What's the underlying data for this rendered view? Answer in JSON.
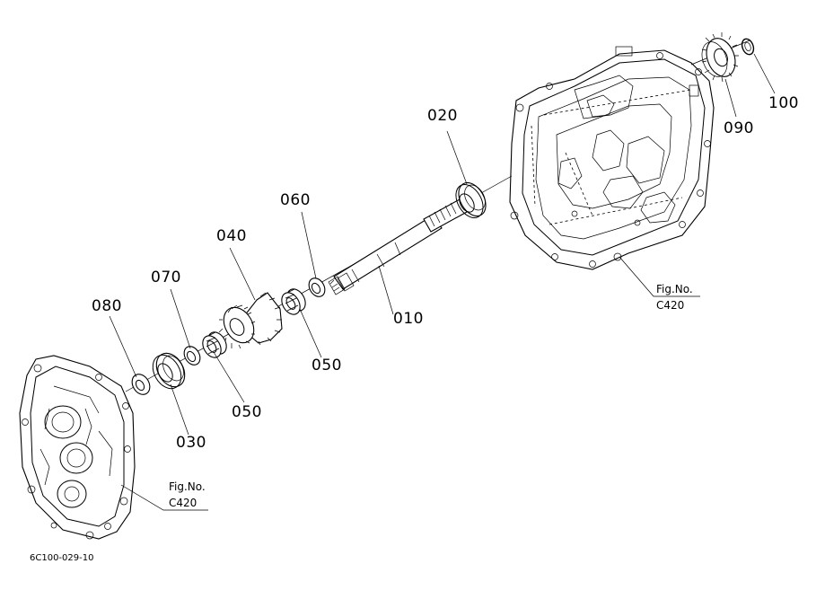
{
  "callouts": {
    "c010": "010",
    "c020": "020",
    "c030": "030",
    "c040": "040",
    "c050a": "050",
    "c050b": "050",
    "c060": "060",
    "c070": "070",
    "c080": "080",
    "c090": "090",
    "c100": "100"
  },
  "figure_refs": {
    "right": {
      "line1": "Fig.No.",
      "line2": "C420"
    },
    "left": {
      "line1": "Fig.No.",
      "line2": "C420"
    }
  },
  "drawing_id": "6C100-029-10"
}
